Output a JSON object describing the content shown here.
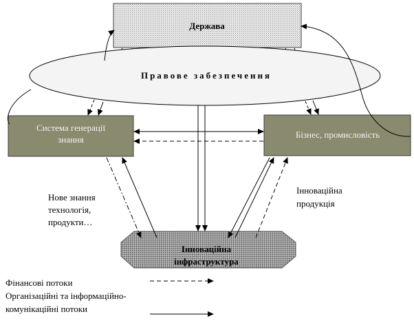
{
  "diagram": {
    "nodes": {
      "state": {
        "label": "Держава"
      },
      "legal": {
        "label": "Правове забезпечення"
      },
      "knowledge": {
        "label_line1": "Система генерації",
        "label_line2": "знання"
      },
      "business": {
        "label": "Бізнес, промисловість"
      },
      "infrastructure": {
        "label_line1": "Інноваційна",
        "label_line2": "інфраструктура"
      }
    },
    "annotations": {
      "new_knowledge": [
        "Нове знання",
        "технологія,",
        "продукти…"
      ],
      "innovative_products": [
        "Інноваційна",
        "продукція"
      ]
    },
    "legend": {
      "financial": "Фінансові потоки",
      "organizational_line1": "Організаційні та інформаційно-",
      "organizational_line2": "комунікаційні потоки"
    },
    "colors": {
      "box_fill": "#8a8a6e",
      "box_border": "#3c3c3c",
      "ellipse_fill": "#f4f4f4",
      "line": "#000000"
    }
  }
}
